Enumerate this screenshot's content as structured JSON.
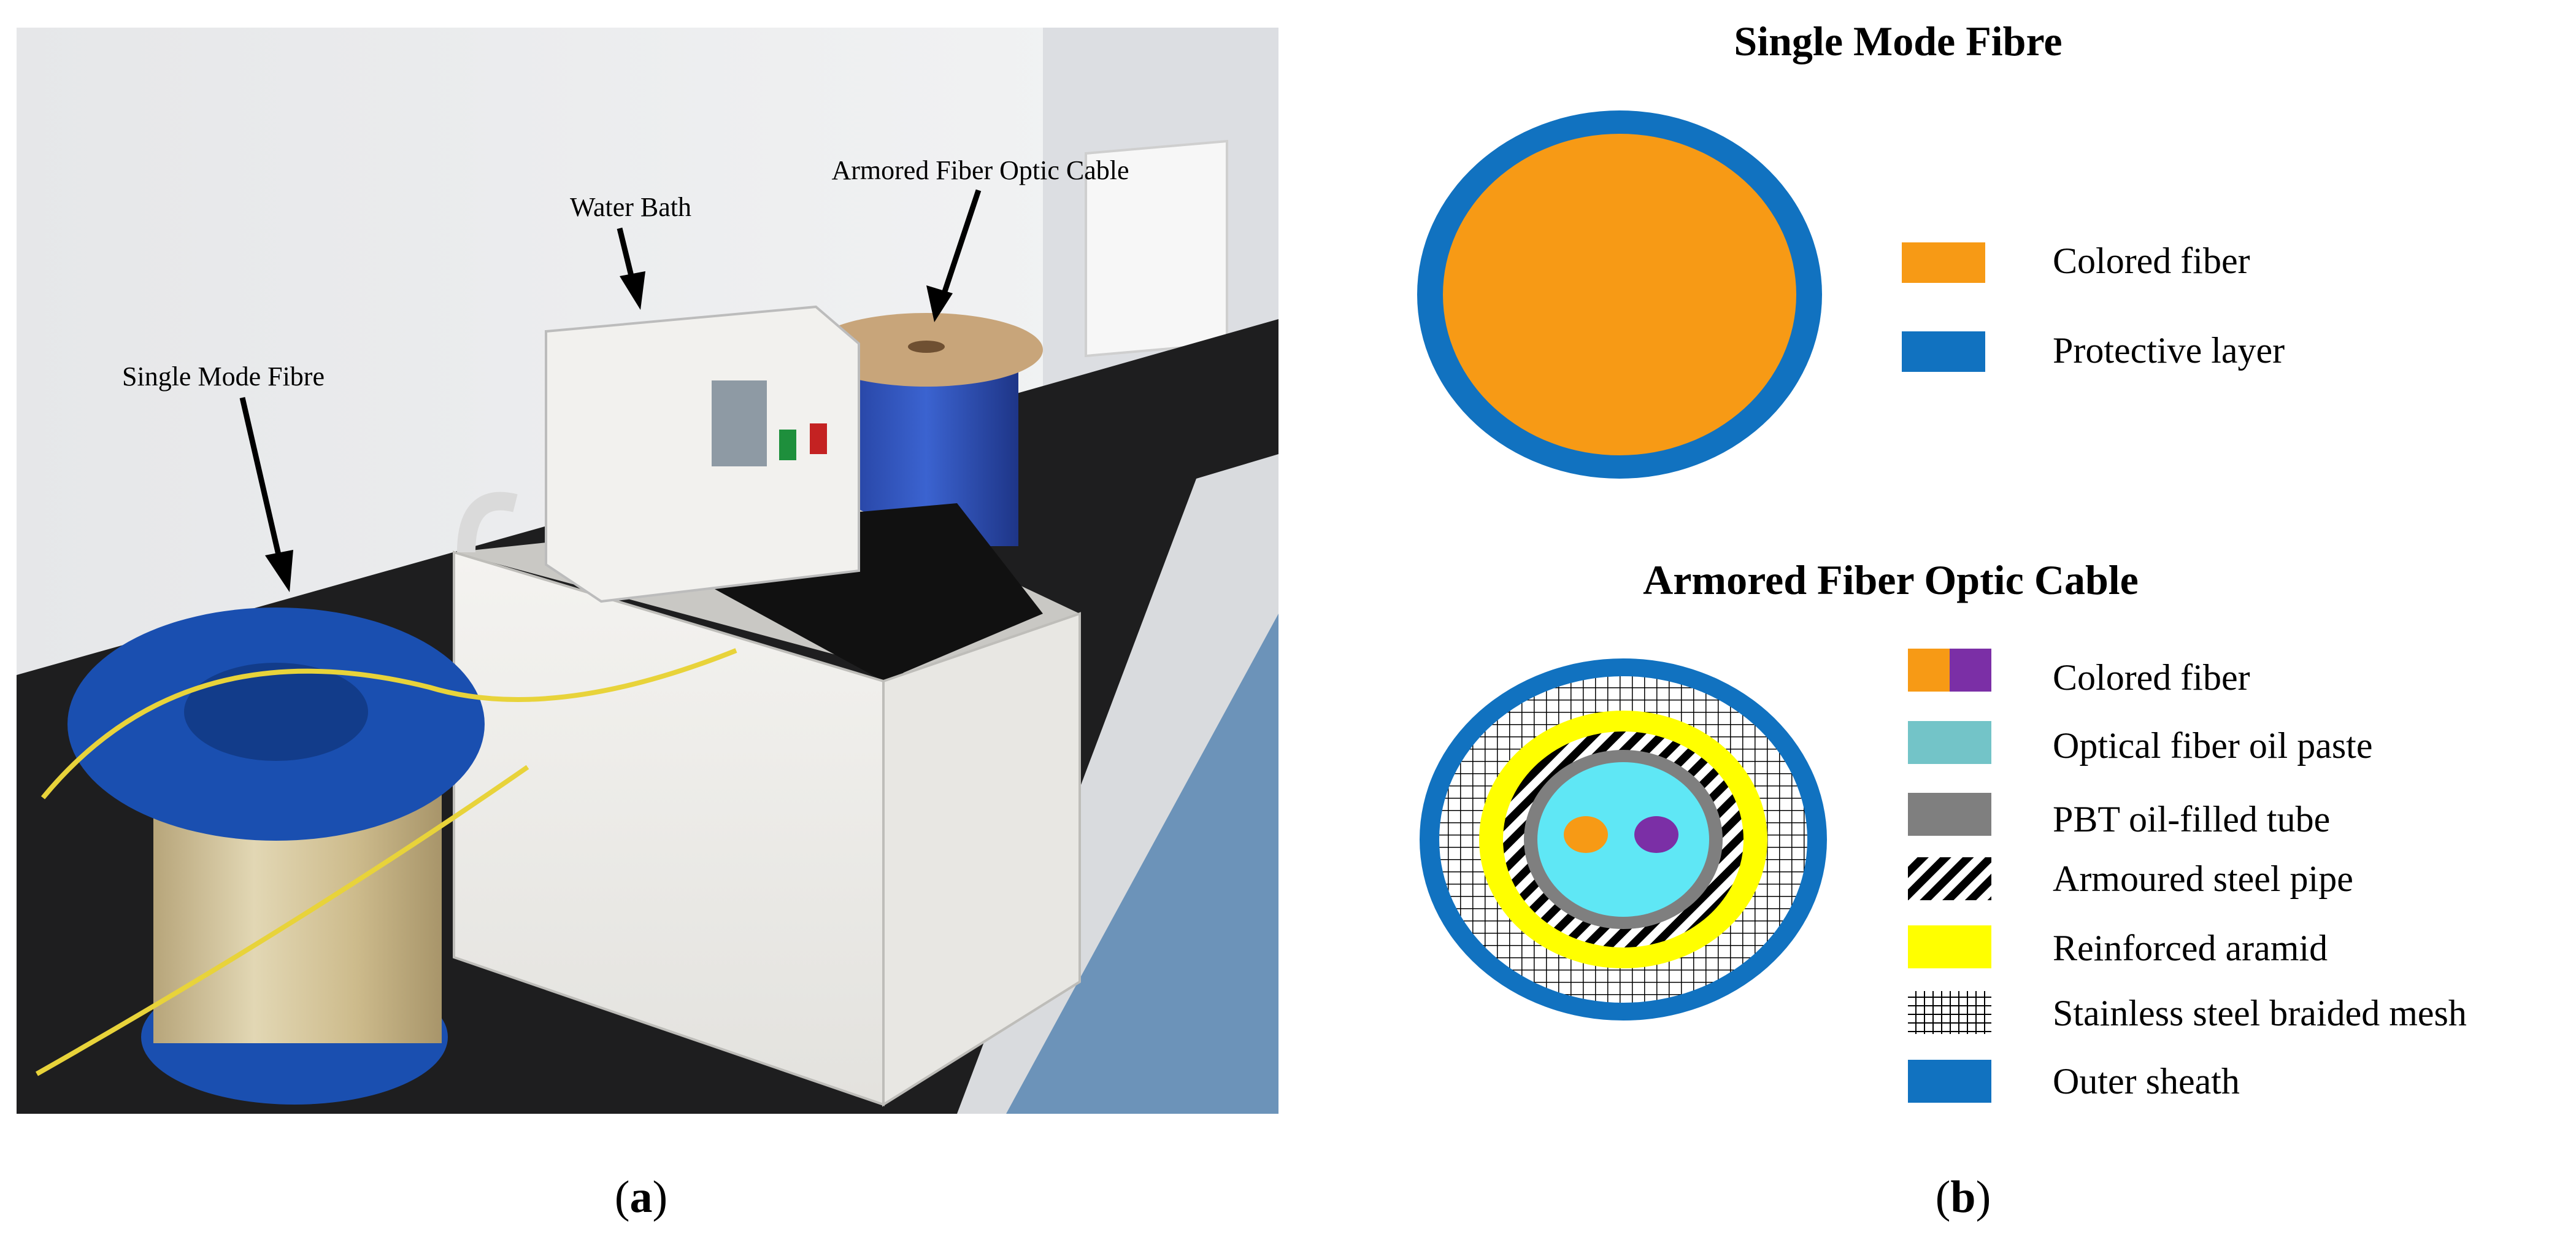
{
  "panel_a": {
    "labels": {
      "single_mode": "Single Mode Fibre",
      "water_bath": "Water Bath",
      "armored": "Armored Fiber Optic Cable"
    },
    "caption": {
      "open": "(",
      "letter": "a",
      "close": ")"
    }
  },
  "panel_b": {
    "single_mode": {
      "title": "Single Mode Fibre",
      "legend": [
        {
          "label": "Colored fiber",
          "swatch": "orange"
        },
        {
          "label": "Protective layer",
          "swatch": "blue"
        }
      ]
    },
    "armored": {
      "title": "Armored Fiber Optic Cable",
      "legend": [
        {
          "label": "Colored fiber",
          "swatch": "orange-purple"
        },
        {
          "label": "Optical fiber oil paste",
          "swatch": "teal"
        },
        {
          "label": "PBT oil-filled tube",
          "swatch": "gray"
        },
        {
          "label": "Armoured steel pipe",
          "swatch": "hatch"
        },
        {
          "label": "Reinforced aramid",
          "swatch": "yellow"
        },
        {
          "label": "Stainless steel braided mesh",
          "swatch": "mesh"
        },
        {
          "label": "Outer sheath",
          "swatch": "blue"
        }
      ]
    },
    "caption": {
      "open": "(",
      "letter": "b",
      "close": ")"
    }
  },
  "colors": {
    "orange": "#F79A15",
    "blue": "#1172C0",
    "purple": "#7B2FA6",
    "teal": "#73C4C8",
    "cyan": "#5FE7F5",
    "gray": "#7F7F7F",
    "yellow": "#FFFF00",
    "bath_white": "#EEEDEA",
    "spool_blue": "#1A4FB0"
  }
}
